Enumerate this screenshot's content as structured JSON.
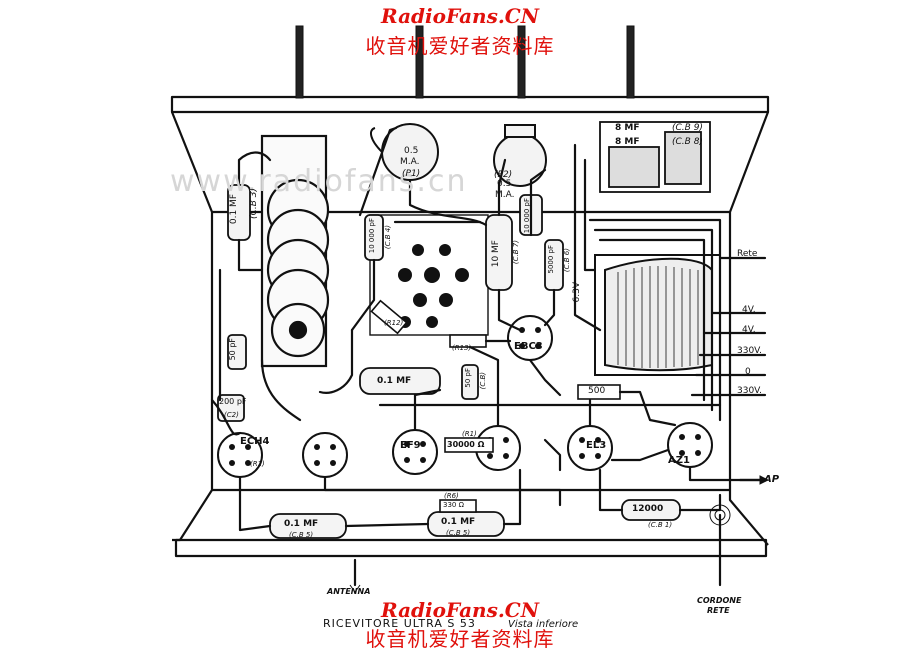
{
  "watermark": {
    "site": "RadioFans.CN",
    "site_cn": "收音机爱好者资料库",
    "faint": "www.radiofans.cn"
  },
  "caption": {
    "title": "RICEVITORE ULTRA S 53",
    "subtitle": "Vista inferiore"
  },
  "labels": {
    "antenna": "ANTENNA",
    "cordone": "CORDONE",
    "rete_cable": "RETE",
    "ap": "AP",
    "rete": "Rete",
    "v4a": "4V.",
    "v4b": "4V.",
    "v330a": "330V.",
    "zero": "0",
    "v330b": "330V.",
    "v63": "6.3V",
    "mf8a": "8 MF",
    "mf8b": "8 MF",
    "cb9": "(C.B 9)",
    "cb8": "(C.B 8)",
    "pot1_val": "0.5",
    "pot1_unit": "M.A.",
    "pot1_ref": "(P1)",
    "pot2_val": "0.5",
    "pot2_unit": "M.A.",
    "pot2_ref": "(P2)",
    "cap_01mf_top": "0.1 MF",
    "cap_01mf_top_ref": "(C.B 3)",
    "cap_10000_a": "10 000 pF",
    "cap_10000_a_ref": "(C.B 4)",
    "cap_10mf": "10 MF",
    "cap_10mf_ref": "(C.B 7)",
    "cap_10000_b": "10 000 pF",
    "cap_5000": "5000 pF",
    "cap_5000_ref": "(C.B 6)",
    "cap_50pf": "50 pF",
    "cap_200pf": "200 pF",
    "cap_200pf_ref": "(C2)",
    "cap_01mf_mid": "0.1 MF",
    "cap_50pf_b": "50 pF",
    "cap_50pf_b_ref": "(C.B)",
    "res_500": "500",
    "res_30000": "30000 Ω",
    "res_30000_ref": "(R1)",
    "cap_01mf_b1": "0.1 MF",
    "cap_01mf_b1_ref": "(C.B 5)",
    "cap_01mf_b2": "0.1 MF",
    "cap_01mf_b2_ref": "(C.B 5)",
    "res_330": "330 Ω",
    "res_330_ref": "(R6)",
    "cap_12000": "12000",
    "cap_12000_ref": "(C.B 1)",
    "ech4": "ECH4",
    "ech4_ref": "(R1)",
    "ef9": "EF9",
    "ebc3": "EBC3",
    "el3": "EL3",
    "az1": "AZ1",
    "r13": "(R13)",
    "r12": "(R12)"
  }
}
